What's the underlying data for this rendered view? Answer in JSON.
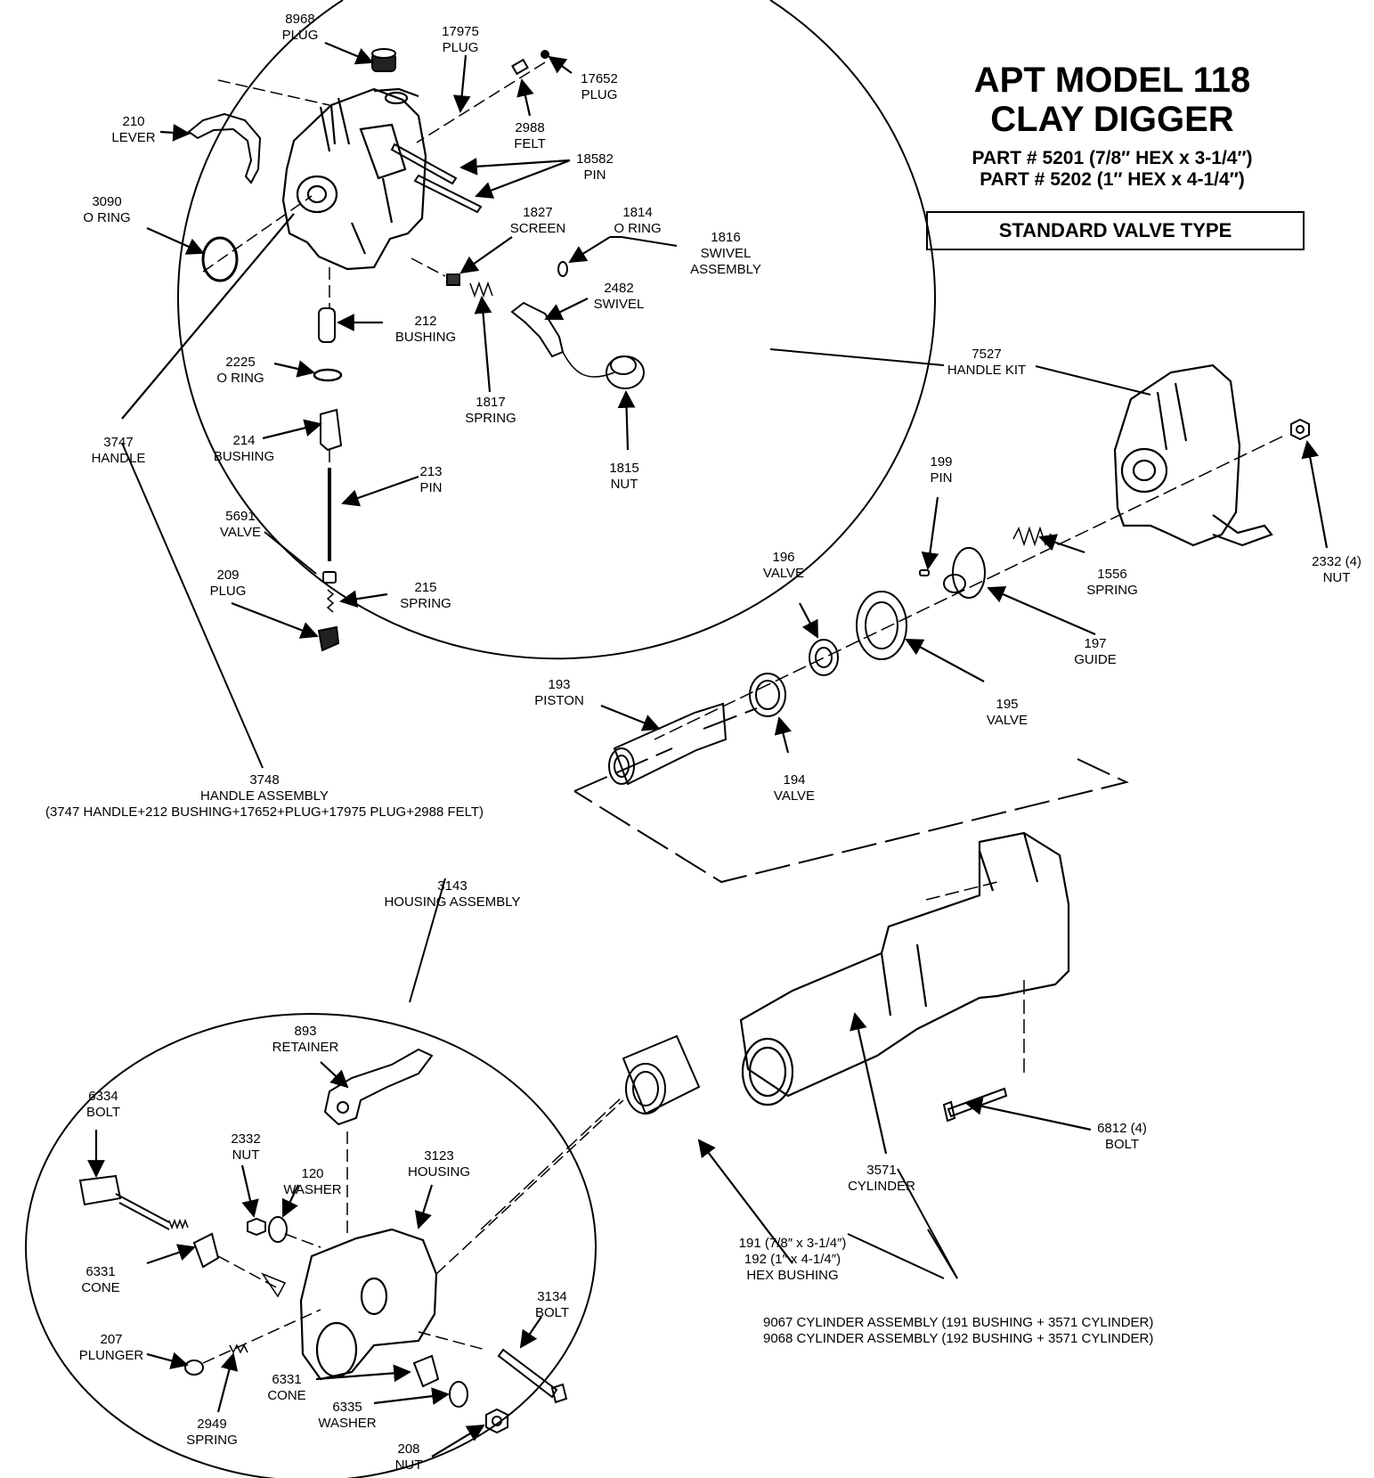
{
  "title": {
    "line1": "APT MODEL 118",
    "line2": "CLAY DIGGER",
    "part1": "PART # 5201 (7/8″ HEX x 3-1/4″)",
    "part2": "PART # 5202 (1″ HEX x 4-1/4″)",
    "valve_type": "STANDARD VALVE TYPE"
  },
  "callouts": {
    "p8968": {
      "num": "8968",
      "name": "PLUG"
    },
    "p17975": {
      "num": "17975",
      "name": "PLUG"
    },
    "p17652": {
      "num": "17652",
      "name": "PLUG"
    },
    "p2988": {
      "num": "2988",
      "name": "FELT"
    },
    "p210": {
      "num": "210",
      "name": "LEVER"
    },
    "p18582": {
      "num": "18582",
      "name": "PIN"
    },
    "p3090": {
      "num": "3090",
      "name": "O RING"
    },
    "p1827": {
      "num": "1827",
      "name": "SCREEN"
    },
    "p1814": {
      "num": "1814",
      "name": "O RING"
    },
    "p1816": {
      "num": "1816",
      "name": "SWIVEL",
      "name2": "ASSEMBLY"
    },
    "p2482": {
      "num": "2482",
      "name": "SWIVEL"
    },
    "p212": {
      "num": "212",
      "name": "BUSHING"
    },
    "p2225": {
      "num": "2225",
      "name": "O RING"
    },
    "p1817": {
      "num": "1817",
      "name": "SPRING"
    },
    "p3747": {
      "num": "3747",
      "name": "HANDLE"
    },
    "p214": {
      "num": "214",
      "name": "BUSHING"
    },
    "p1815": {
      "num": "1815",
      "name": "NUT"
    },
    "p213": {
      "num": "213",
      "name": "PIN"
    },
    "p5691": {
      "num": "5691",
      "name": "VALVE"
    },
    "p209": {
      "num": "209",
      "name": "PLUG"
    },
    "p215": {
      "num": "215",
      "name": "SPRING"
    },
    "p7527": {
      "num": "7527",
      "name": "HANDLE KIT"
    },
    "p199": {
      "num": "199",
      "name": "PIN"
    },
    "p196": {
      "num": "196",
      "name": "VALVE"
    },
    "p1556": {
      "num": "1556",
      "name": "SPRING"
    },
    "p2332a": {
      "num": "2332 (4)",
      "name": "NUT"
    },
    "p197": {
      "num": "197",
      "name": "GUIDE"
    },
    "p193": {
      "num": "193",
      "name": "PISTON"
    },
    "p195": {
      "num": "195",
      "name": "VALVE"
    },
    "p194": {
      "num": "194",
      "name": "VALVE"
    },
    "p3748": {
      "num": "3748",
      "name": "HANDLE ASSEMBLY",
      "name2": "(3747 HANDLE+212 BUSHING+17652+PLUG+17975 PLUG+2988 FELT)"
    },
    "p3143": {
      "num": "3143",
      "name": "HOUSING ASSEMBLY"
    },
    "p893": {
      "num": "893",
      "name": "RETAINER"
    },
    "p6334": {
      "num": "6334",
      "name": "BOLT"
    },
    "p2332b": {
      "num": "2332",
      "name": "NUT"
    },
    "p120": {
      "num": "120",
      "name": "WASHER"
    },
    "p3123": {
      "num": "3123",
      "name": "HOUSING"
    },
    "p6812": {
      "num": "6812 (4)",
      "name": "BOLT"
    },
    "p3571": {
      "num": "3571",
      "name": "CYLINDER"
    },
    "p6331a": {
      "num": "6331",
      "name": "CONE"
    },
    "p191": {
      "num": "191 (7/8″ x 3-1/4″)",
      "name": "192 (1″ x 4-1/4″)",
      "name2": "HEX BUSHING"
    },
    "p3134": {
      "num": "3134",
      "name": "BOLT"
    },
    "p207": {
      "num": "207",
      "name": "PLUNGER"
    },
    "p6331b": {
      "num": "6331",
      "name": "CONE"
    },
    "p6335": {
      "num": "6335",
      "name": "WASHER"
    },
    "p2949": {
      "num": "2949",
      "name": "SPRING"
    },
    "p208": {
      "num": "208",
      "name": "NUT"
    }
  },
  "notes": {
    "cyl9067": "9067 CYLINDER ASSEMBLY (191 BUSHING + 3571 CYLINDER)",
    "cyl9068": "9068 CYLINDER ASSEMBLY (192 BUSHING + 3571 CYLINDER)"
  }
}
